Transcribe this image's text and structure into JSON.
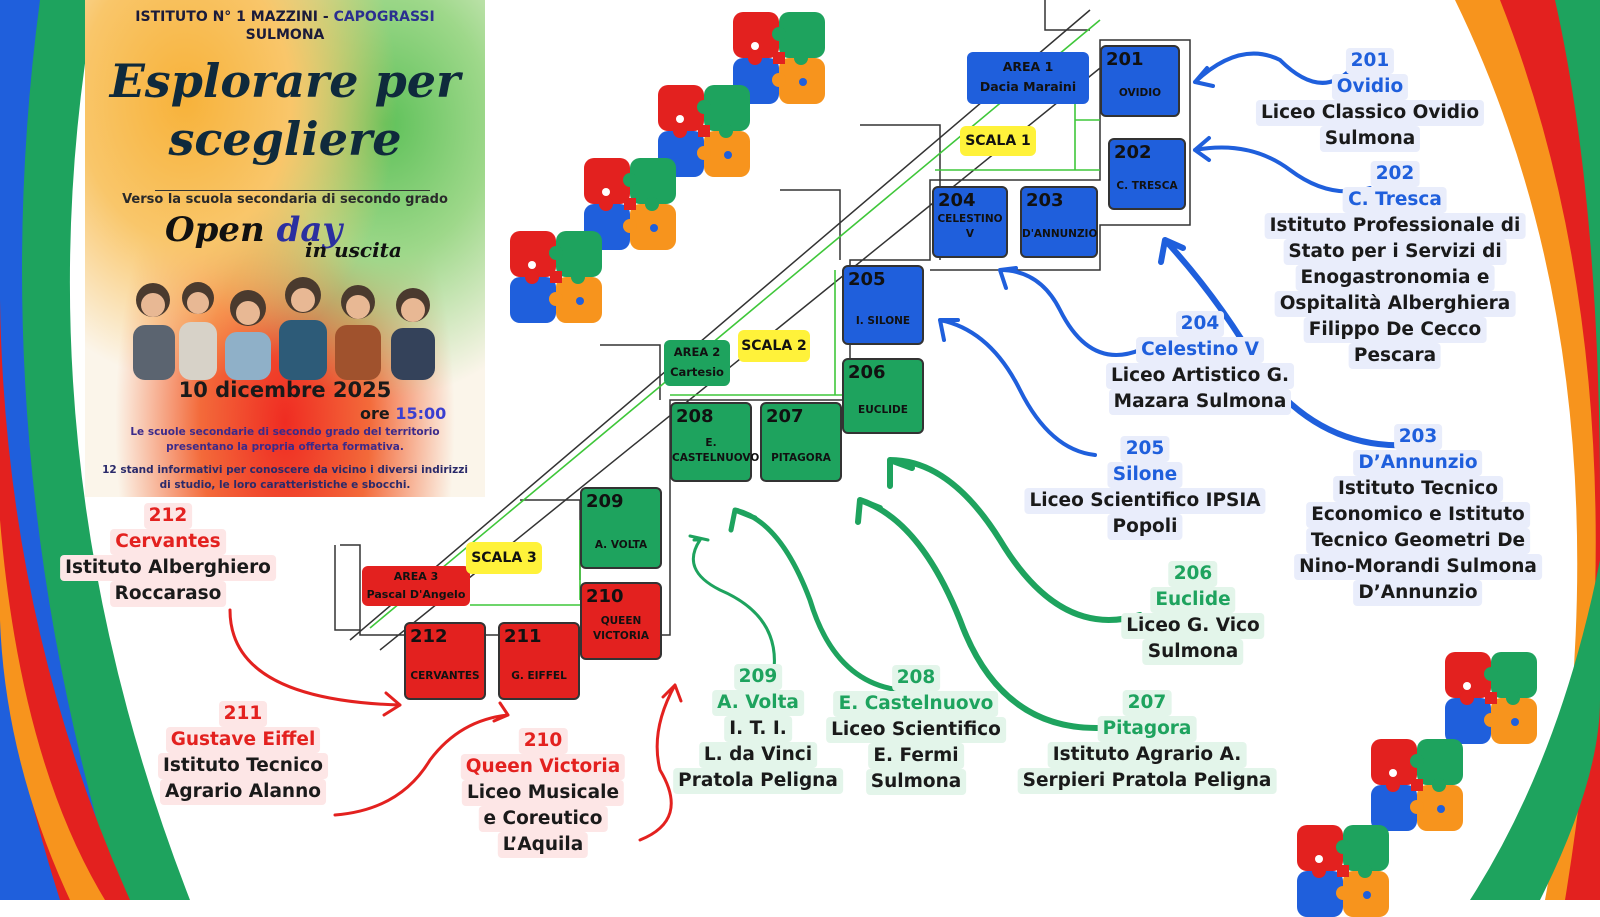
{
  "colors": {
    "blue": "#1f5fdc",
    "green": "#1ea35e",
    "red": "#e3211f",
    "yellow": "#fff23a",
    "orange": "#f7941d"
  },
  "poster": {
    "institute_a": "ISTITUTO N° 1 MAZZINI - ",
    "institute_b": "CAPOGRASSI",
    "city": "SULMONA",
    "title_1": "Esplorare per",
    "title_2": "scegliere",
    "subtitle": "Verso la scuola secondaria di secondo grado",
    "open": "Open ",
    "day": "day",
    "in_uscita": "in uscita",
    "date": "10 dicembre  2025",
    "ore": "ore ",
    "time": "15:00",
    "desc": "Le scuole secondarie di secondo grado del territorio presentano la propria offerta formativa.",
    "stands": "12 stand informativi per conoscere da vicino i diversi indirizzi di studio, le loro caratteristiche e sbocchi."
  },
  "areas": {
    "area1": {
      "title": "AREA 1",
      "name": "Dacia Maraini"
    },
    "area2": {
      "title": "AREA 2",
      "name": "Cartesio"
    },
    "area3": {
      "title": "AREA 3",
      "name": "Pascal D'Angelo"
    },
    "scala1": "SCALA 1",
    "scala2": "SCALA 2",
    "scala3": "SCALA 3"
  },
  "rooms": [
    {
      "number": "201",
      "name": "OVIDIO",
      "color": "blue"
    },
    {
      "number": "202",
      "name": "C. TRESCA",
      "color": "blue"
    },
    {
      "number": "203",
      "name": "D'ANNUNZIO",
      "color": "blue"
    },
    {
      "number": "204",
      "name": "CELESTINO V",
      "color": "blue"
    },
    {
      "number": "205",
      "name": "I. SILONE",
      "color": "blue"
    },
    {
      "number": "206",
      "name": "EUCLIDE",
      "color": "green"
    },
    {
      "number": "207",
      "name": "PITAGORA",
      "color": "green"
    },
    {
      "number": "208",
      "name": "E. CASTELNUOVO",
      "color": "green"
    },
    {
      "number": "209",
      "name": "A. VOLTA",
      "color": "green"
    },
    {
      "number": "210",
      "name": "QUEEN VICTORIA",
      "color": "red"
    },
    {
      "number": "211",
      "name": "G. EIFFEL",
      "color": "red"
    },
    {
      "number": "212",
      "name": "CERVANTES",
      "color": "red"
    }
  ],
  "labels": [
    {
      "number": "201",
      "name": "Ovidio",
      "color": "blue",
      "lines": [
        "Liceo Classico Ovidio",
        "Sulmona"
      ]
    },
    {
      "number": "202",
      "name": "C. Tresca",
      "color": "blue",
      "lines": [
        "Istituto Professionale di",
        "Stato per i Servizi di",
        "Enogastronomia e",
        "Ospitalità Alberghiera",
        "Filippo De Cecco",
        "Pescara"
      ]
    },
    {
      "number": "204",
      "name": "Celestino V",
      "color": "blue",
      "lines": [
        "Liceo Artistico G.",
        "Mazara Sulmona"
      ]
    },
    {
      "number": "205",
      "name": "Silone",
      "color": "blue",
      "lines": [
        "Liceo Scientifico  IPSIA",
        "Popoli"
      ]
    },
    {
      "number": "203",
      "name": "D’Annunzio",
      "color": "blue",
      "lines": [
        "Istituto Tecnico",
        "Economico e Istituto",
        "Tecnico Geometri De",
        "Nino-Morandi Sulmona",
        "D’Annunzio"
      ]
    },
    {
      "number": "206",
      "name": "Euclide",
      "color": "green",
      "lines": [
        "Liceo G. Vico",
        "Sulmona"
      ]
    },
    {
      "number": "207",
      "name": "Pitagora",
      "color": "green",
      "lines": [
        "Istituto Agrario A.",
        "Serpieri Pratola Peligna"
      ]
    },
    {
      "number": "208",
      "name": "E. Castelnuovo",
      "color": "green",
      "lines": [
        "Liceo Scientifico",
        "E. Fermi",
        "Sulmona"
      ]
    },
    {
      "number": "209",
      "name": "A. Volta",
      "color": "green",
      "lines": [
        "I. T. I.",
        "L. da Vinci",
        "Pratola Peligna"
      ]
    },
    {
      "number": "210",
      "name": "Queen Victoria",
      "color": "red",
      "lines": [
        "Liceo Musicale",
        "e Coreutico",
        "L’Aquila"
      ]
    },
    {
      "number": "211",
      "name": "Gustave Eiffel",
      "color": "red",
      "lines": [
        "Istituto Tecnico",
        "Agrario Alanno"
      ]
    },
    {
      "number": "212",
      "name": "Cervantes",
      "color": "red",
      "lines": [
        "Istituto Alberghiero",
        "Roccaraso"
      ]
    }
  ]
}
